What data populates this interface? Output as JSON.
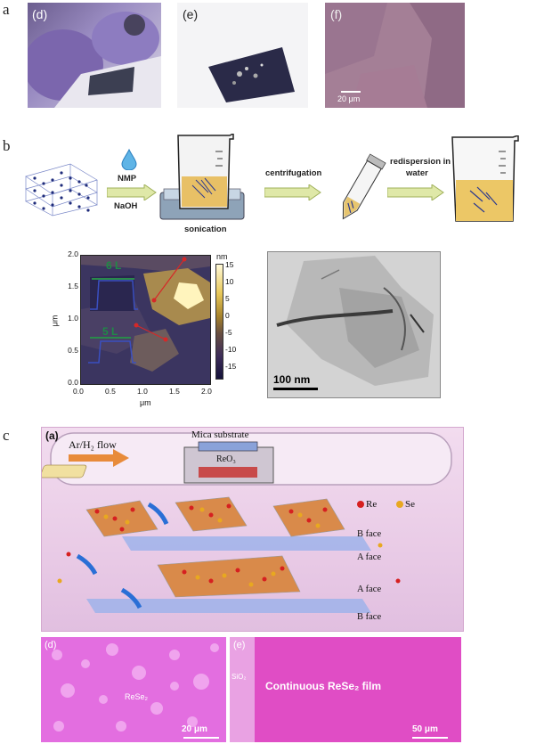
{
  "panel_a": {
    "label": "a",
    "d_label": "(d)",
    "e_label": "(e)",
    "f_label": "(f)",
    "f_scale": "20 μm"
  },
  "panel_b": {
    "label": "b",
    "steps": {
      "reagent1": "NMP",
      "reagent2": "NaOH",
      "sonication": "sonication",
      "centrifugation": "centrifugation",
      "redispersion_line1": "redispersion in",
      "redispersion_line2": "water"
    },
    "afm": {
      "y_axis_label": "μm",
      "x_axis_label": "μm",
      "x_ticks": [
        "0.0",
        "0.5",
        "1.0",
        "1.5",
        "2.0"
      ],
      "y_ticks": [
        "0.0",
        "0.5",
        "1.0",
        "1.5",
        "2.0"
      ],
      "colorbar_unit": "nm",
      "colorbar_ticks": [
        "15",
        "10",
        "5",
        "0",
        "-5",
        "-10",
        "-15"
      ],
      "profile1": "6 L",
      "profile2": "5 L"
    },
    "tem_scale": "100 nm"
  },
  "panel_c": {
    "label": "c",
    "furnace_label": "(a)",
    "flow": "Ar/H₂ flow",
    "substrate": "Mica substrate",
    "source": "ReO₃",
    "legend_re": "Re",
    "legend_se": "Se",
    "face_labels": [
      "B face",
      "A face",
      "A face",
      "B face"
    ],
    "d_label": "(d)",
    "d_material": "ReSe₂",
    "d_scale": "20 μm",
    "e_label": "(e)",
    "e_substrate": "SiO₂",
    "e_film": "Continuous ReSe₂ film",
    "e_scale": "50 μm"
  },
  "colors": {
    "purple_glove": "#8f7bb8",
    "afm_dark": "#1e1a4e",
    "afm_bright": "#fff7c8",
    "reservoir_pink": "#d65dd1",
    "flake_pink": "#e0a0e8",
    "re_atom": "#d62020",
    "se_atom": "#e8a820"
  }
}
